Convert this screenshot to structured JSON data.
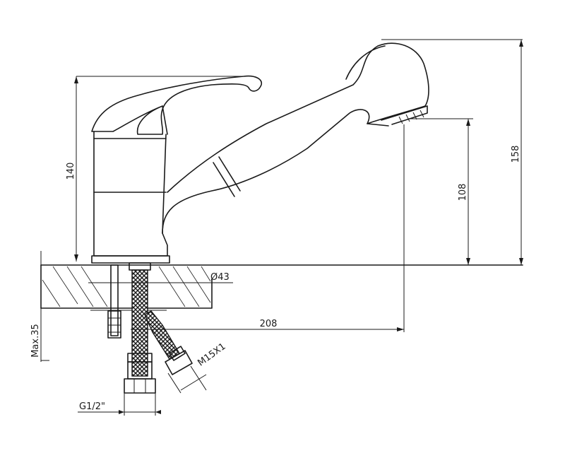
{
  "dimensions": {
    "total_height": "158",
    "body_height": "140",
    "spout_clearance": "108",
    "spout_reach": "208",
    "hole_diameter": "Ø43",
    "max_thickness": "Max.35",
    "hose_thread": "M15X1",
    "inlet_thread": "G1/2\""
  }
}
